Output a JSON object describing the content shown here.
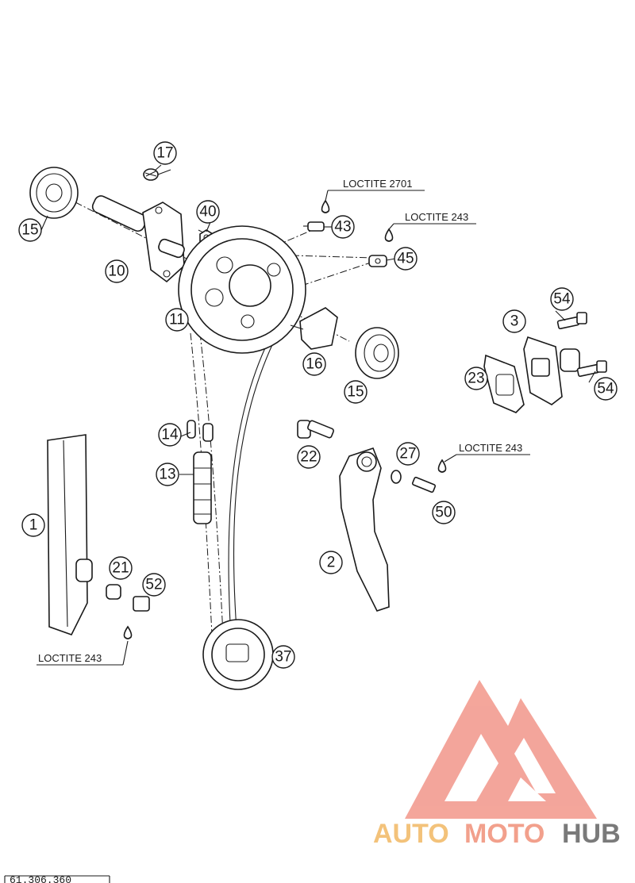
{
  "callouts": [
    {
      "label": "17"
    },
    {
      "label": "15"
    },
    {
      "label": "10"
    },
    {
      "label": "40"
    },
    {
      "label": "43"
    },
    {
      "label": "45"
    },
    {
      "label": "11"
    },
    {
      "label": "16"
    },
    {
      "label": "15"
    },
    {
      "label": "54"
    },
    {
      "label": "3"
    },
    {
      "label": "23"
    },
    {
      "label": "54"
    },
    {
      "label": "14"
    },
    {
      "label": "13"
    },
    {
      "label": "22"
    },
    {
      "label": "27"
    },
    {
      "label": "50"
    },
    {
      "label": "1"
    },
    {
      "label": "2"
    },
    {
      "label": "21"
    },
    {
      "label": "52"
    },
    {
      "label": "37"
    }
  ],
  "notes": {
    "loctite_2701": "LOCTITE 2701",
    "loctite_243_top": "LOCTITE 243",
    "loctite_243_right": "LOCTITE 243",
    "loctite_243_left": "LOCTITE 243"
  },
  "reference": "61.306.360",
  "watermark": {
    "part1": "AUTO",
    "part2": "MOTO",
    "part3": "HUB",
    "logo_color": "#f2968a",
    "auto_color": "#f3c27a",
    "moto_color": "#f2a08c",
    "hub_color": "#7a7a7a"
  }
}
